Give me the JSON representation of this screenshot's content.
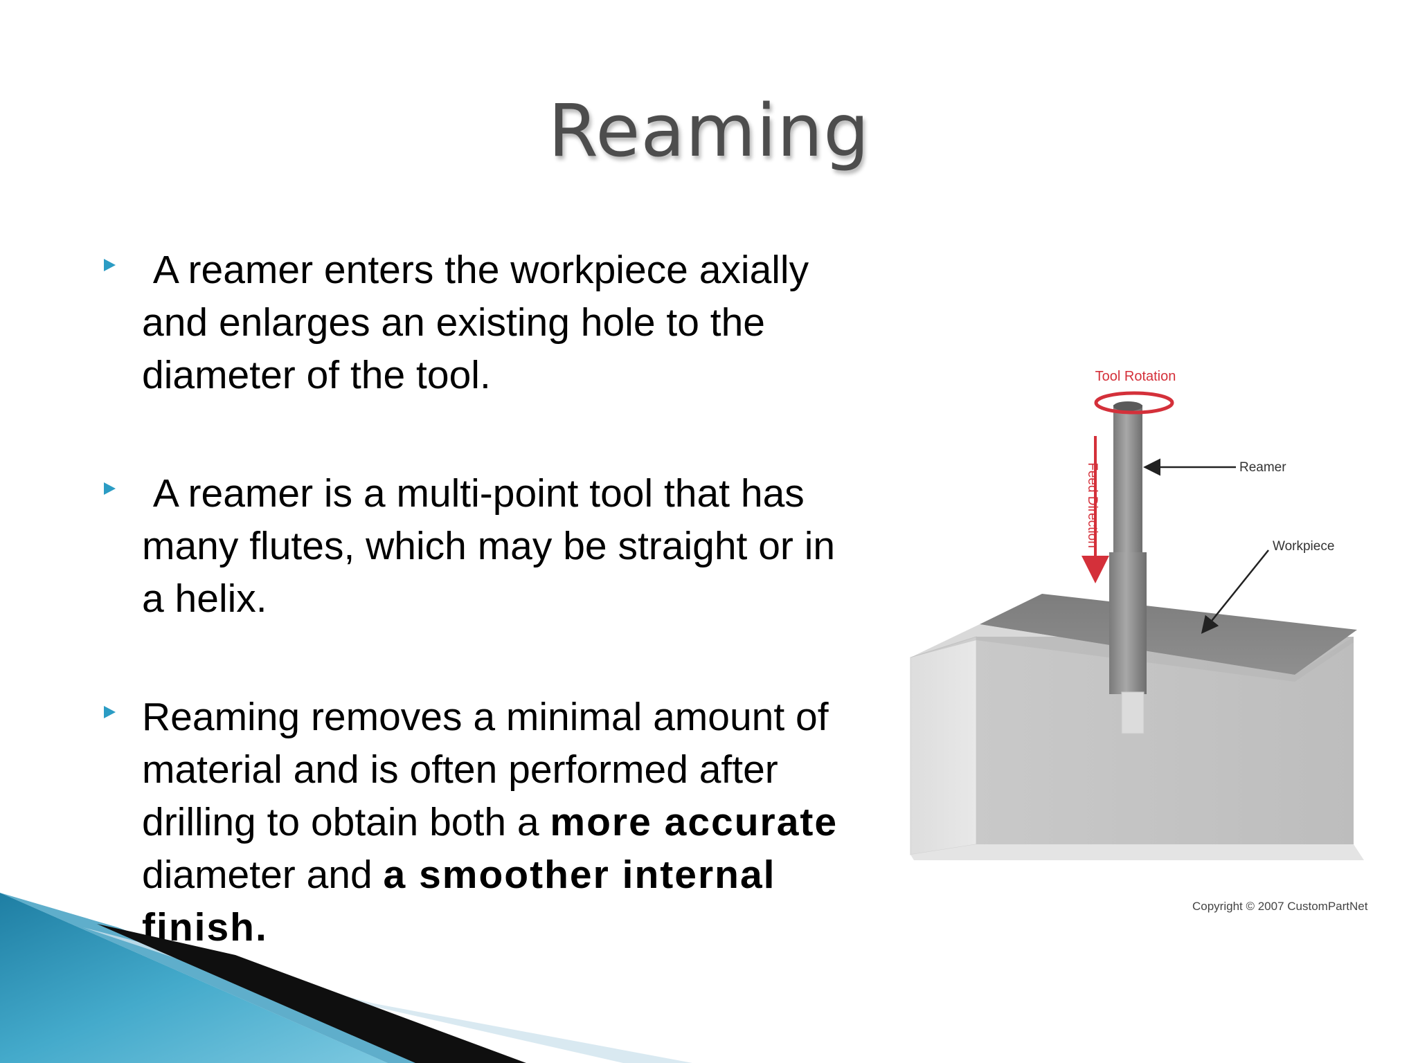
{
  "slide": {
    "title": "Reaming",
    "bullets": [
      {
        "text": " A reamer enters the workpiece axially and enlarges an existing hole to the diameter of the tool."
      },
      {
        "text": " A reamer is a multi-point tool that has many flutes, which may be straight or in a helix."
      },
      {
        "parts": [
          {
            "t": "Reaming removes a minimal amount of material and is often performed after drilling to obtain both a ",
            "bold": false
          },
          {
            "t": "more accurate",
            "bold": true
          },
          {
            "t": " diameter and ",
            "bold": false
          },
          {
            "t": "a smoother internal finish.",
            "bold": true
          }
        ]
      }
    ],
    "bullet_color": "#2b9cc4"
  },
  "figure": {
    "labels": {
      "tool_rotation": "Tool Rotation",
      "feed_direction": "Feed Direction",
      "reamer": "Reamer",
      "workpiece": "Workpiece",
      "copyright": "Copyright © 2007 CustomPartNet"
    },
    "accent_color": "#d4303a"
  }
}
